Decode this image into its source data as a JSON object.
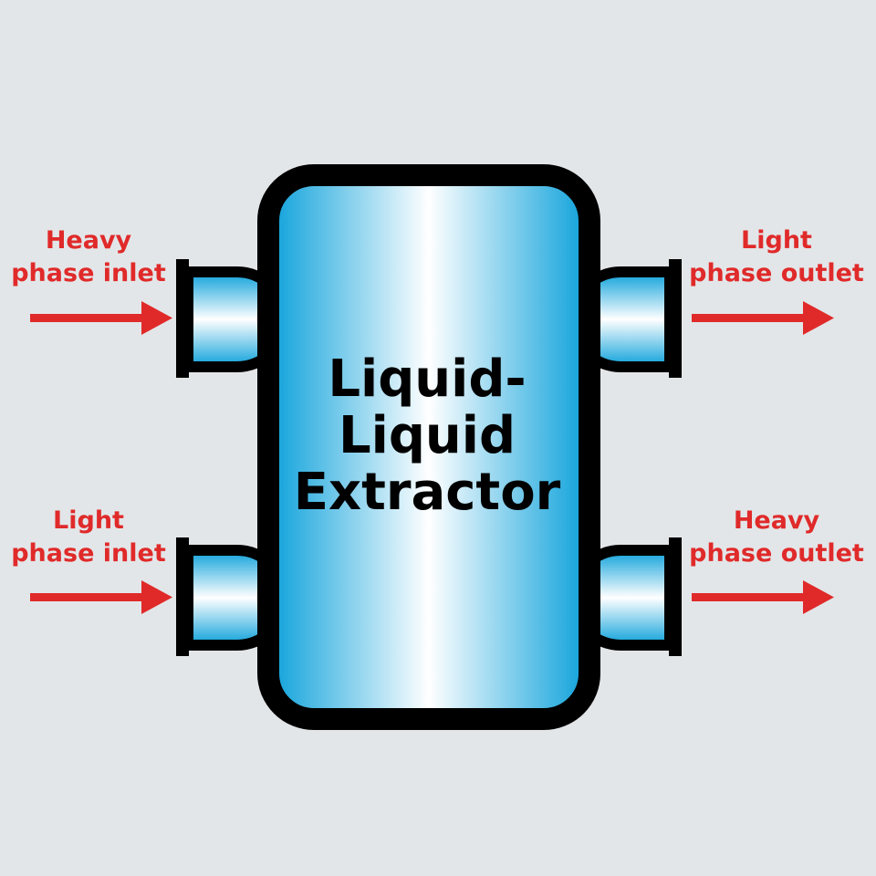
{
  "vessel": {
    "title_lines": [
      "Liquid-",
      "Liquid",
      "Extractor"
    ]
  },
  "streams": {
    "heavy_in": {
      "line1": "Heavy",
      "line2": "phase inlet"
    },
    "light_in": {
      "line1": "Light",
      "line2": "phase inlet"
    },
    "light_out": {
      "line1": "Light",
      "line2": "phase outlet"
    },
    "heavy_out": {
      "line1": "Heavy",
      "line2": "phase outlet"
    }
  },
  "colors": {
    "background": "#e3e6e8",
    "vessel_fill_edge": "#0b9fd8",
    "vessel_fill_center": "#ffffff",
    "outline": "#000000",
    "arrow": "#e02a2a",
    "label_text": "#e02a2a"
  }
}
